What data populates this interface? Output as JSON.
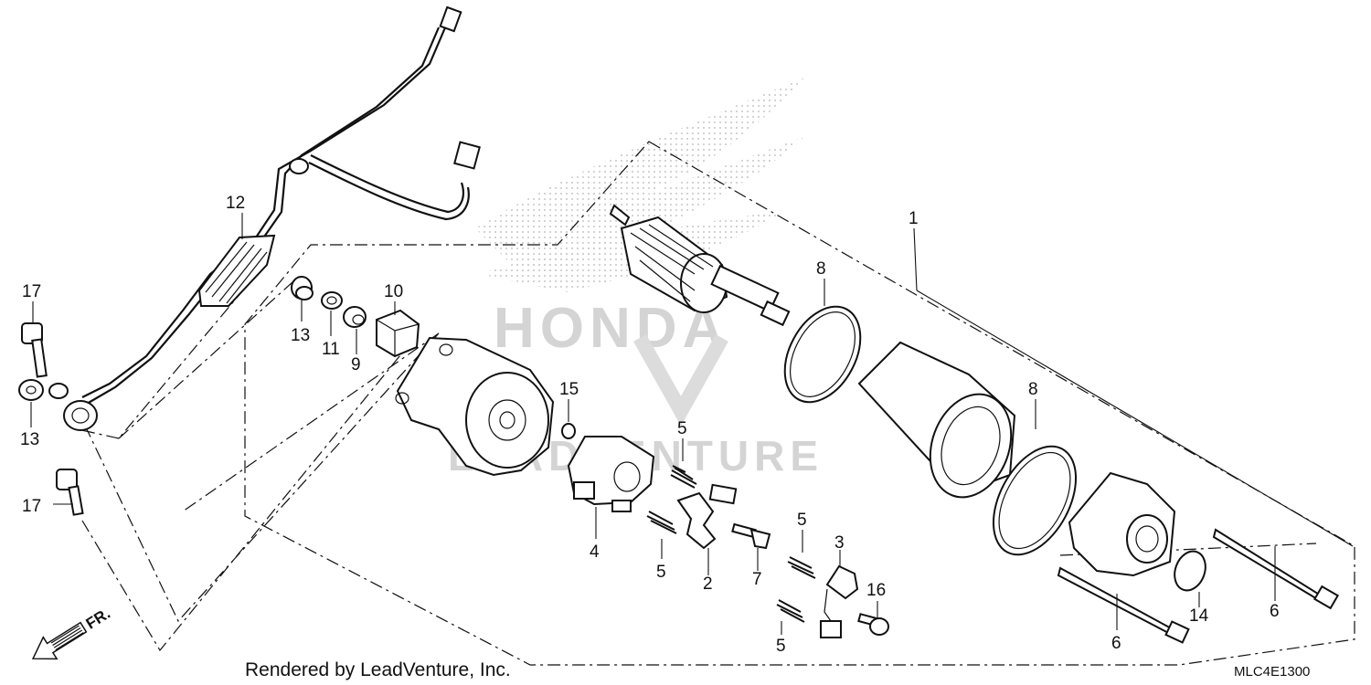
{
  "callouts": {
    "c1": "1",
    "c2": "2",
    "c3": "3",
    "c4": "4",
    "c5a": "5",
    "c5b": "5",
    "c5c": "5",
    "c5d": "5",
    "c6a": "6",
    "c6b": "6",
    "c7": "7",
    "c8a": "8",
    "c8b": "8",
    "c9": "9",
    "c10": "10",
    "c11": "11",
    "c12": "12",
    "c13a": "13",
    "c13b": "13",
    "c14": "14",
    "c15": "15",
    "c16": "16",
    "c17a": "17",
    "c17b": "17"
  },
  "direction_label": "FR.",
  "footer": "Rendered by LeadVenture, Inc.",
  "diagram_code": "MLC4E1300",
  "watermark": {
    "brand": "HONDA",
    "text": "LEADVENTURE"
  },
  "colors": {
    "line": "#111111",
    "watermark": "#d4d4d4",
    "background": "#ffffff"
  }
}
